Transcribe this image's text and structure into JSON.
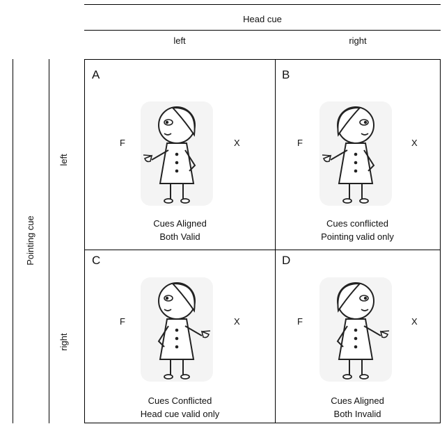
{
  "header": {
    "top_label": "Head cue",
    "columns": [
      "left",
      "right"
    ]
  },
  "side": {
    "outer_label": "Pointing cue",
    "rows": [
      "left",
      "right"
    ]
  },
  "cells": [
    {
      "letter": "A",
      "marker_left": "F",
      "marker_right": "X",
      "caption_line1": "Cues Aligned",
      "caption_line2": "Both Valid",
      "head": "left",
      "point": "left"
    },
    {
      "letter": "B",
      "marker_left": "F",
      "marker_right": "X",
      "caption_line1": "Cues conflicted",
      "caption_line2": "Pointing valid only",
      "head": "right",
      "point": "left"
    },
    {
      "letter": "C",
      "marker_left": "F",
      "marker_right": "X",
      "caption_line1": "Cues Conflicted",
      "caption_line2": "Head cue valid only",
      "head": "left",
      "point": "right"
    },
    {
      "letter": "D",
      "marker_left": "F",
      "marker_right": "X",
      "caption_line1": "Cues Aligned",
      "caption_line2": "Both Invalid",
      "head": "right",
      "point": "right"
    }
  ],
  "icons": {
    "figure": "cartoon-person-icon"
  }
}
